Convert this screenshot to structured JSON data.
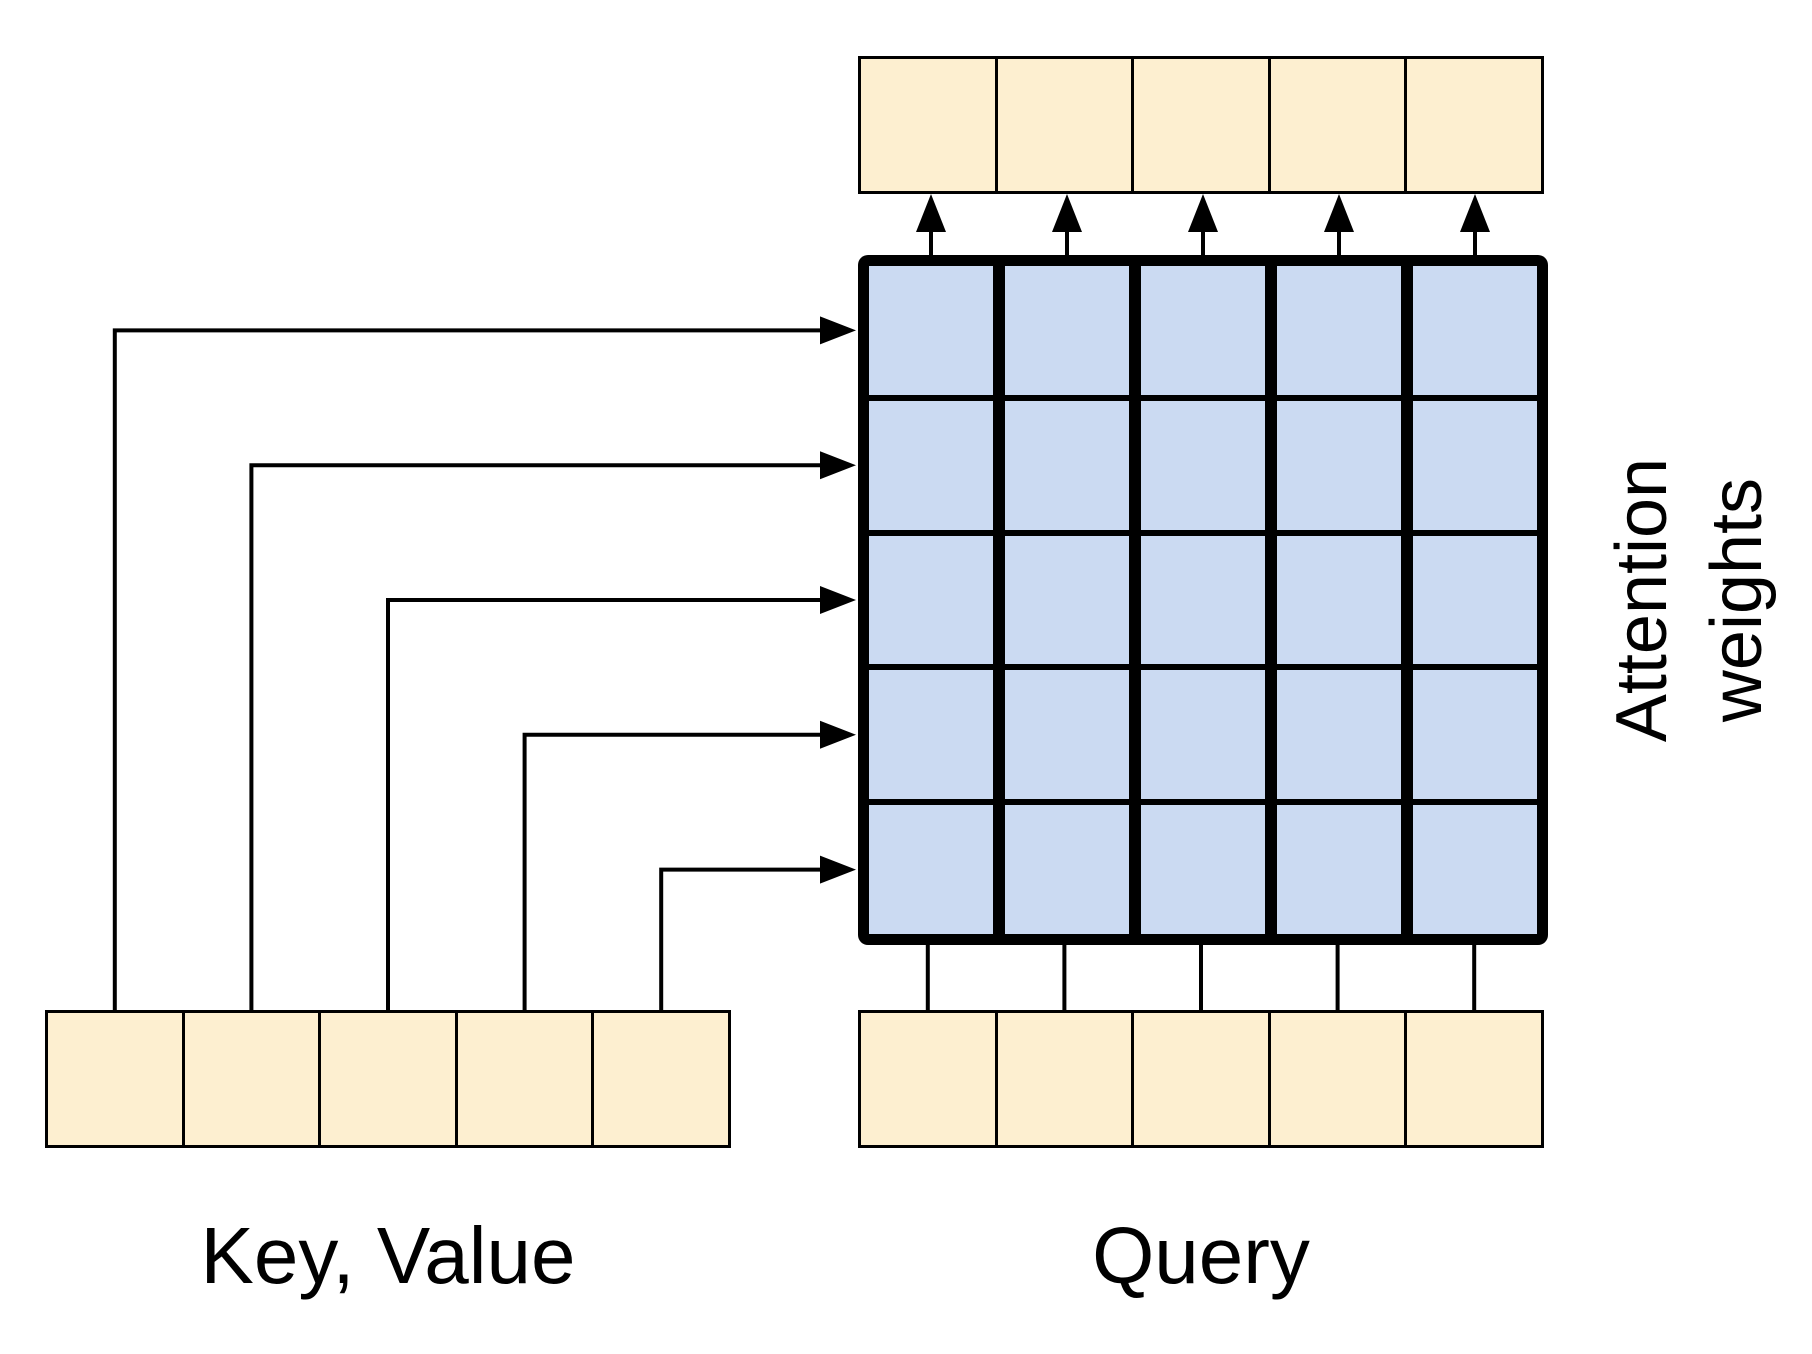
{
  "figure": {
    "labels": {
      "key_value": "Key, Value",
      "query": "Query",
      "attention_line1": "Attention",
      "attention_line2": "weights"
    },
    "colors": {
      "vector_cell_fill": "#FDEFD0",
      "matrix_cell_fill": "#CBDAF2",
      "stroke": "#000000",
      "background": "#FFFFFF"
    },
    "structure": {
      "matrix_rows": 5,
      "matrix_cols": 5,
      "output_cells": 5,
      "key_value_cells": 5,
      "query_cells": 5
    }
  }
}
